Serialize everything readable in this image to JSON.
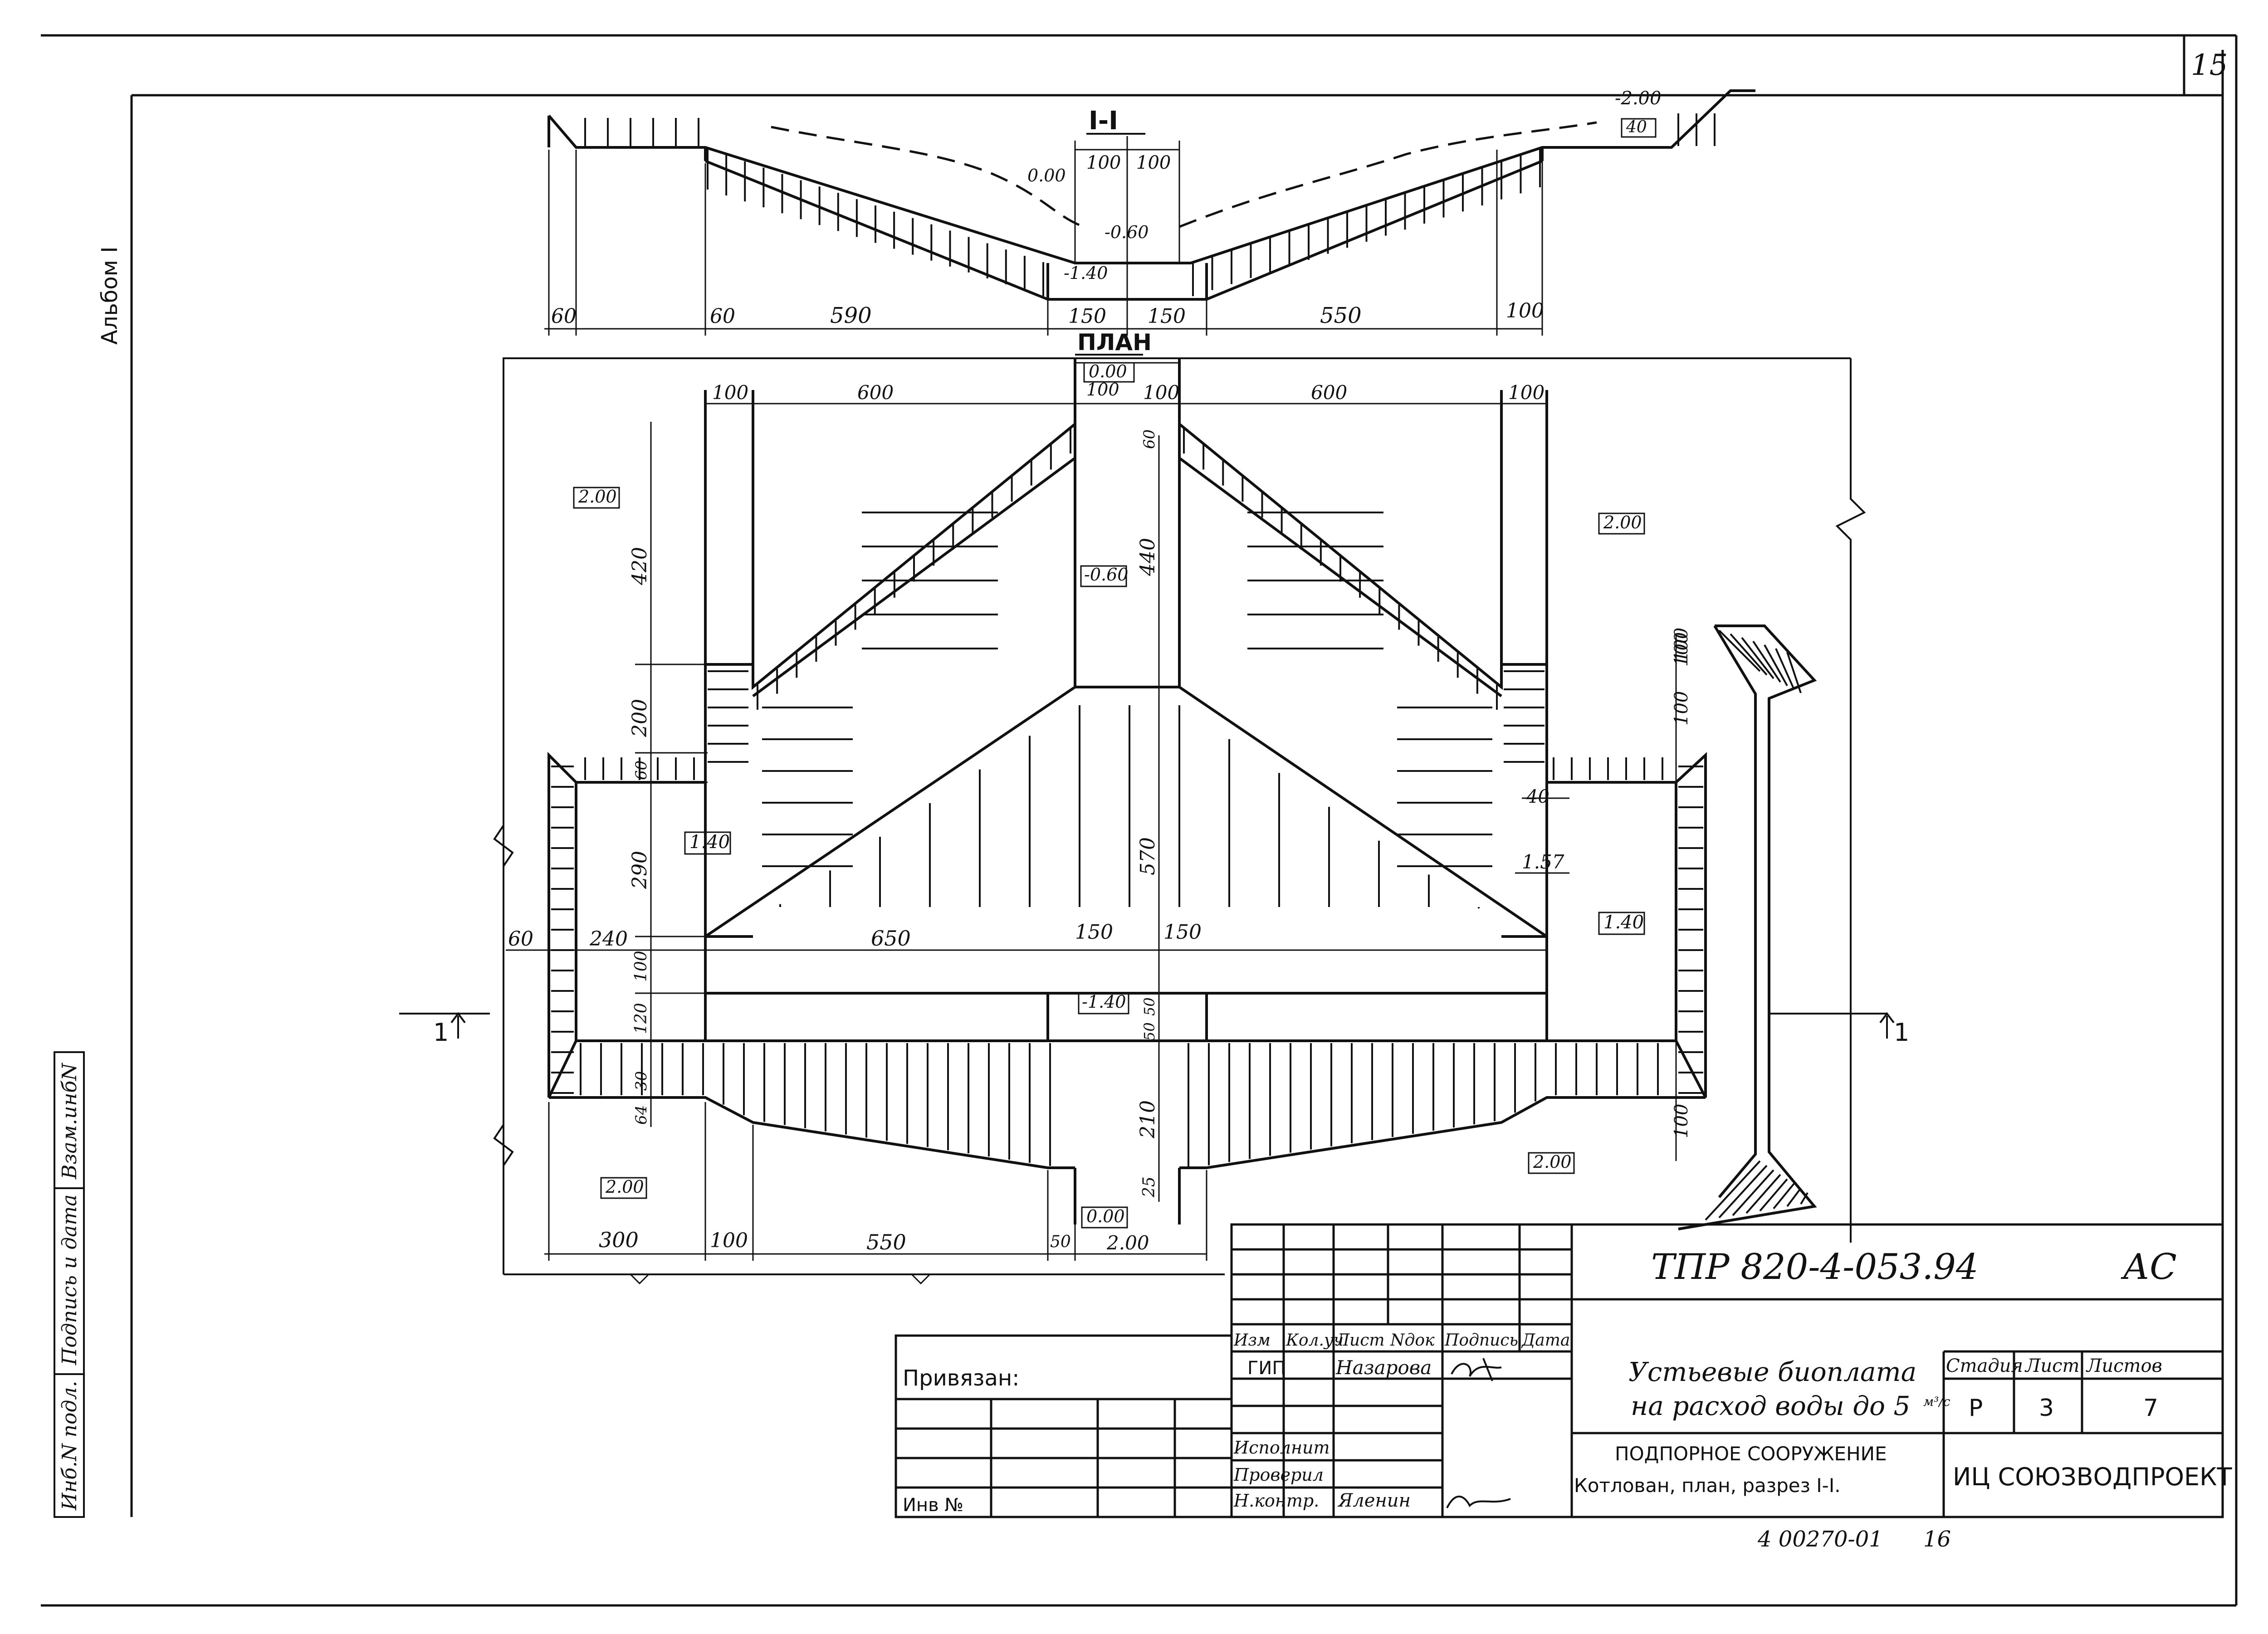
{
  "sheet_number": "15",
  "album_label": "Альбом I",
  "side_stamp": {
    "inv_original": "Инб.N подл.",
    "signature_date": "Подпись и дата",
    "inv_replacement": "Взам.инбN"
  },
  "section_title": "I-I",
  "plan_title": "ПЛАН",
  "section_marker_left": "1",
  "section_marker_right": "1",
  "section_dims": {
    "elev_top_right": "-2.00",
    "elev_zero": "0.00",
    "elev_m060": "-0.60",
    "elev_m140": "-1.40",
    "d100a": "100",
    "d100b": "100",
    "d40": "40",
    "b60a": "60",
    "b60b": "60",
    "b590": "590",
    "b150a": "150",
    "b150b": "150",
    "b550": "550",
    "b100": "100"
  },
  "plan_dims": {
    "top_100a": "100",
    "top_600a": "600",
    "top_100b": "100",
    "top_100c": "100",
    "top_600b": "600",
    "top_100d": "100",
    "elev_000_top": "0.00",
    "elev_200_ul": "2.00",
    "elev_200_ur": "2.00",
    "elev_060": "-0.60",
    "elev_140_l": "1.40",
    "elev_140_r": "1.40",
    "elev_m140": "-1.40",
    "elev_200_ll": "2.00",
    "elev_200_lr": "2.00",
    "elev_000_bot": "0.00",
    "elev_157": "1.57",
    "v420": "420",
    "v440": "440",
    "v60": "60",
    "v200": "200",
    "v60b": "60",
    "v290": "290",
    "v570": "570",
    "v100": "100",
    "v120": "120",
    "v50a": "50",
    "v50b": "50",
    "v30": "30",
    "v64": "64",
    "v210": "210",
    "v25": "25",
    "h60": "60",
    "h240": "240",
    "h650": "650",
    "h150a": "150",
    "h150b": "150",
    "h40": "40",
    "r100a": "100",
    "r100b": "100",
    "r100c": "100",
    "r100d": "100",
    "b300": "300",
    "b100": "100",
    "b550": "550",
    "b50": "50",
    "b200": "2.00"
  },
  "title_block": {
    "doc_code": "ТПР  820-4-053.94",
    "mark": "АС",
    "columns": [
      "Изм",
      "Кол.уч",
      "Лист",
      "Nдок",
      "Подпись",
      "Дата"
    ],
    "role_gip": "ГИП",
    "name_gip": "Назарова",
    "role_exec": "Исполнит",
    "role_check": "Проверил",
    "role_norm": "Н.контр.",
    "name_norm": "Яленин",
    "title_line1": "Устьевые биоплата",
    "title_line2": "на расход воды до 5",
    "title_unit": "м³/с",
    "subtitle_line1": "ПОДПОРНОЕ СООРУЖЕНИЕ",
    "subtitle_line2": "Котлован, план, разрез I-I.",
    "stage_label": "Стадия",
    "sheet_label": "Лист",
    "sheets_label": "Листов",
    "stage_value": "Р",
    "sheet_value": "3",
    "sheets_value": "7",
    "organization": "ИЦ СОЮЗВОДПРОЕКТ",
    "bound_label": "Привязан:",
    "inv_label": "Инв №"
  },
  "footer_code": "4 00270-01",
  "footer_page": "16"
}
